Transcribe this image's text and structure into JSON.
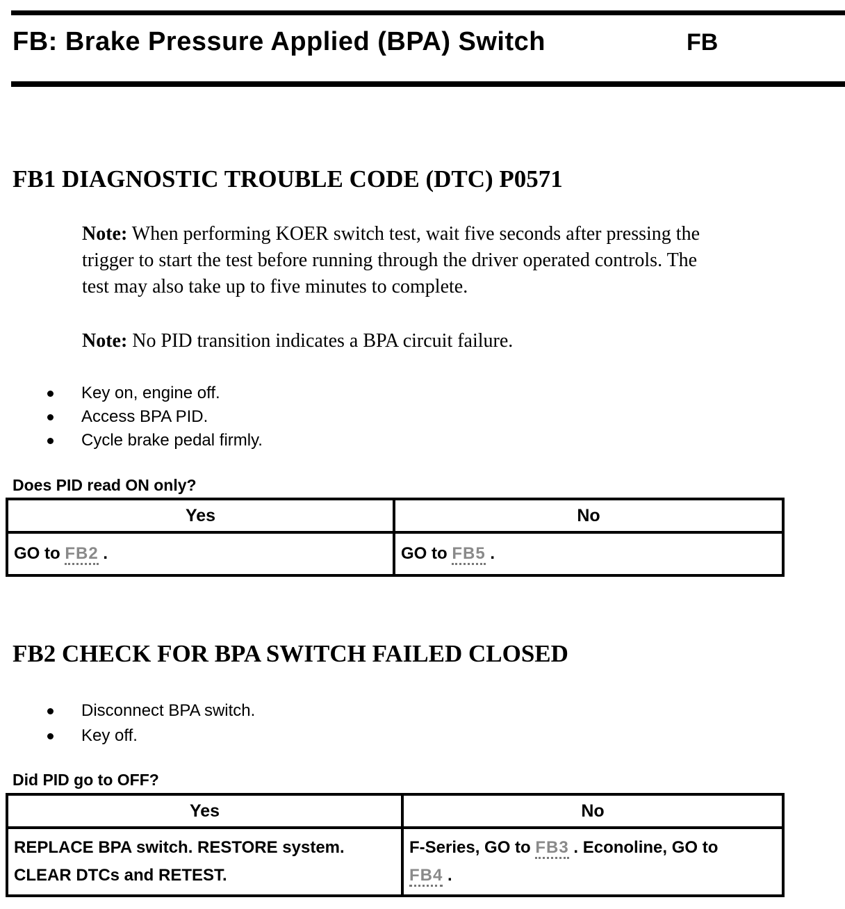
{
  "page": {
    "title": "FB: Brake Pressure Applied (BPA) Switch",
    "code": "FB"
  },
  "section1": {
    "heading": "FB1 DIAGNOSTIC TROUBLE CODE (DTC) P0571",
    "note1": {
      "label": "Note:",
      "line1": " When performing KOER switch test, wait five seconds after pressing the",
      "line2": "trigger to start the test before running through the driver operated controls. The",
      "line3": "test may also take up to five minutes to complete."
    },
    "note2": {
      "label": "Note:",
      "text": " No PID transition indicates a BPA circuit failure."
    },
    "bullets": [
      "Key on, engine off.",
      "Access BPA PID.",
      "Cycle brake pedal firmly."
    ],
    "question": "Does PID read ON only?",
    "table": {
      "header_yes": "Yes",
      "header_no": "No",
      "yes_prefix": "GO to ",
      "yes_link": "FB2",
      "yes_suffix": " .",
      "no_prefix": "GO to ",
      "no_link": "FB5",
      "no_suffix": " ."
    }
  },
  "section2": {
    "heading": "FB2 CHECK FOR BPA SWITCH FAILED CLOSED",
    "bullets": [
      "Disconnect BPA switch.",
      "Key off."
    ],
    "question": "Did PID go to OFF?",
    "table": {
      "header_yes": "Yes",
      "header_no": "No",
      "yes_line1": "REPLACE BPA switch. RESTORE system.",
      "yes_line2": "CLEAR DTCs and RETEST.",
      "no_part1": "F-Series, GO to ",
      "no_link1": "FB3",
      "no_part2": " . Econoline, GO to",
      "no_link2": "FB4",
      "no_part3": " ."
    }
  }
}
